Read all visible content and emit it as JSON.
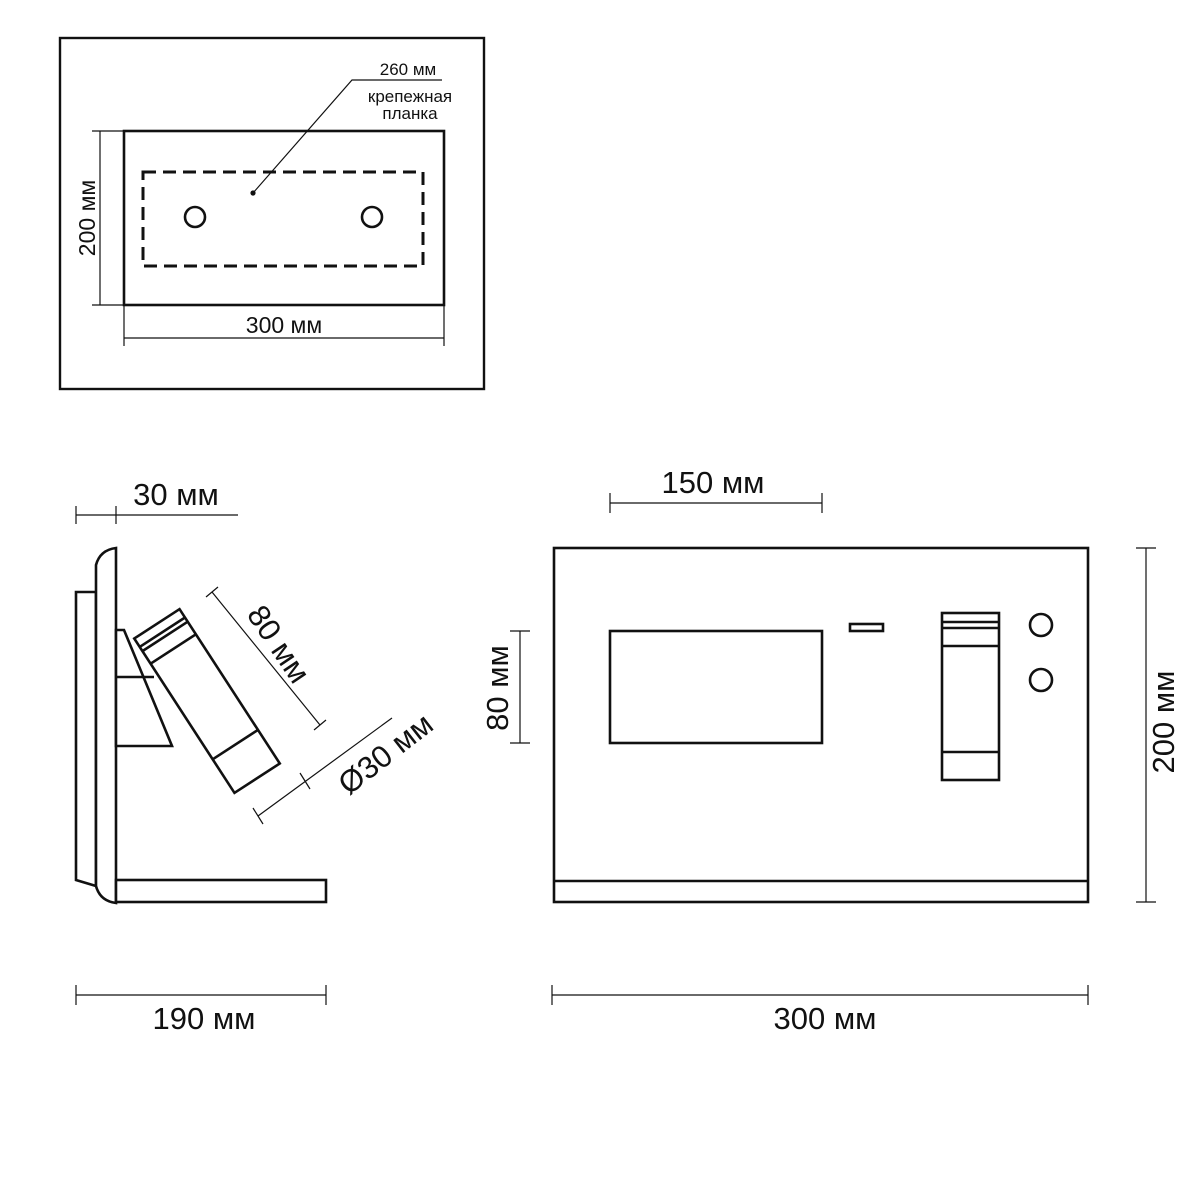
{
  "top_view": {
    "bracket_length": "260 мм",
    "bracket_note_line1": "крепежная",
    "bracket_note_line2": "планка",
    "height": "200 мм",
    "width": "300 мм"
  },
  "side_view": {
    "wall_offset": "30 мм",
    "spot_length": "80 мм",
    "spot_diameter": "Ø30 мм",
    "depth": "190 мм"
  },
  "front_view": {
    "panel_width": "150 мм",
    "panel_height": "80 мм",
    "height": "200 мм",
    "width": "300 мм"
  }
}
